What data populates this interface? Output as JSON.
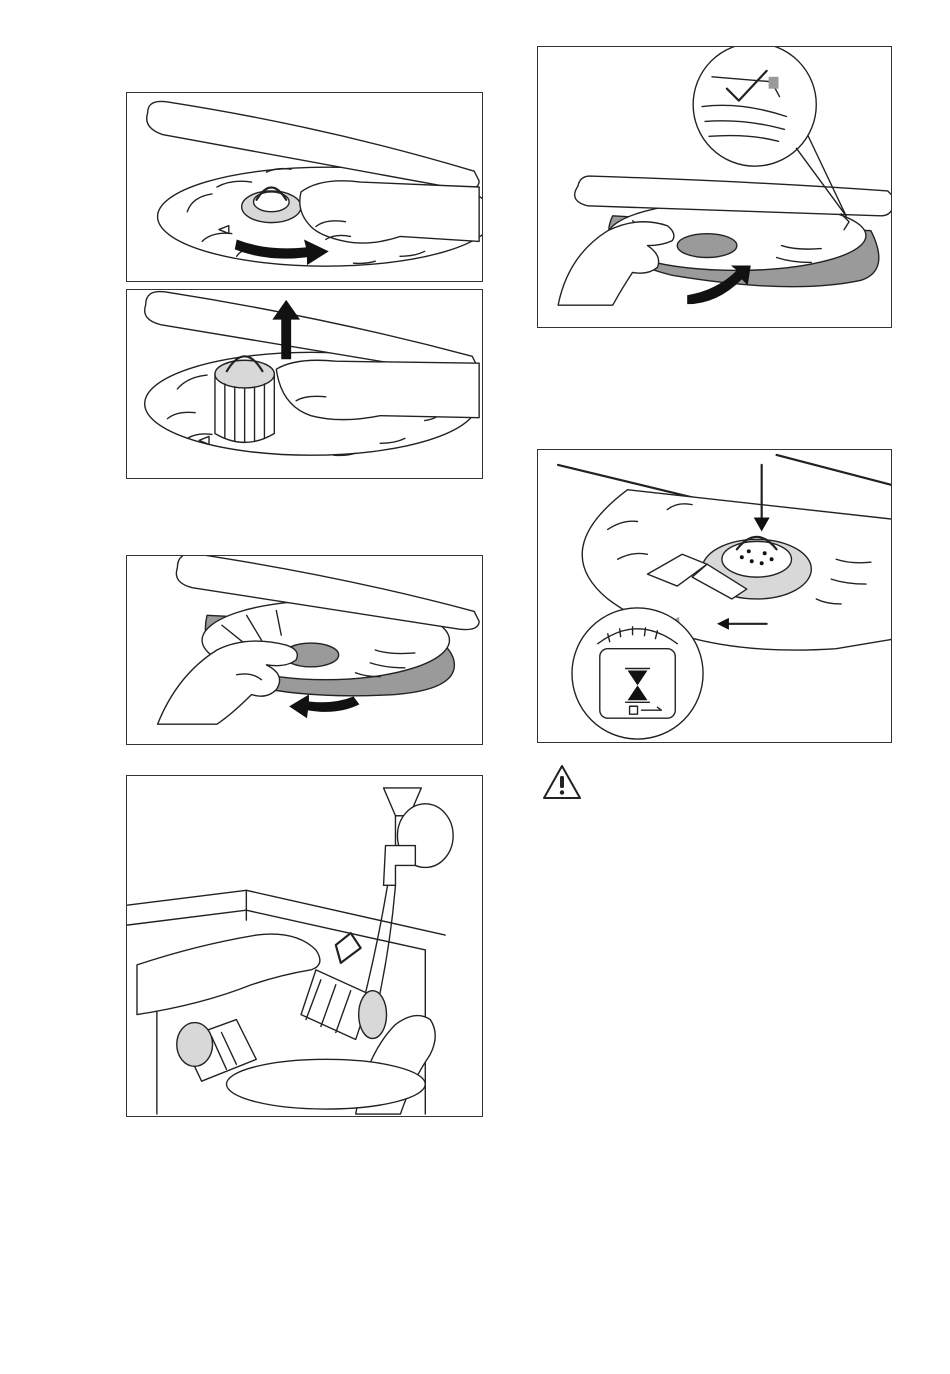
{
  "page": {
    "figures": [
      {
        "id": "fig1",
        "icon": "unlock-rotate-filter"
      },
      {
        "id": "fig2",
        "icon": "lift-filter"
      },
      {
        "id": "fig3",
        "icon": "remove-flat-filter"
      },
      {
        "id": "fig4",
        "icon": "rinse-filters-tap"
      },
      {
        "id": "fig5",
        "icon": "reinstall-flat-filter"
      },
      {
        "id": "fig6",
        "icon": "lock-filter"
      }
    ],
    "warning_icon": "warning-triangle-icon"
  }
}
